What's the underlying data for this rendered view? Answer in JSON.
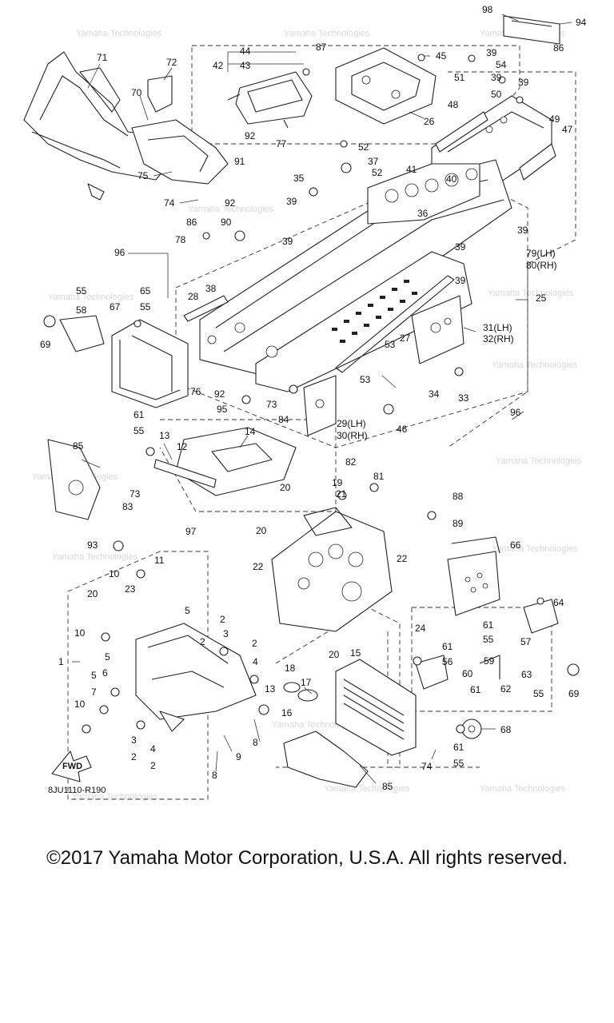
{
  "diagram": {
    "code": "8JU1110-R190",
    "watermark": "Yamaha Technologies",
    "fwd_label": "FWD",
    "callouts": [
      {
        "id": "c98",
        "text": "98"
      },
      {
        "id": "c94",
        "text": "94"
      },
      {
        "id": "c44",
        "text": "44"
      },
      {
        "id": "c42",
        "text": "42"
      },
      {
        "id": "c43",
        "text": "43"
      },
      {
        "id": "c87",
        "text": "87"
      },
      {
        "id": "c45",
        "text": "45"
      },
      {
        "id": "c39a",
        "text": "39"
      },
      {
        "id": "c54",
        "text": "54"
      },
      {
        "id": "c86a",
        "text": "86"
      },
      {
        "id": "c71",
        "text": "71"
      },
      {
        "id": "c72",
        "text": "72"
      },
      {
        "id": "c51",
        "text": "51"
      },
      {
        "id": "c39b",
        "text": "39"
      },
      {
        "id": "c39c",
        "text": "39"
      },
      {
        "id": "c70",
        "text": "70"
      },
      {
        "id": "c50",
        "text": "50"
      },
      {
        "id": "c26",
        "text": "26"
      },
      {
        "id": "c48",
        "text": "48"
      },
      {
        "id": "c49",
        "text": "49"
      },
      {
        "id": "c47",
        "text": "47"
      },
      {
        "id": "c92a",
        "text": "92"
      },
      {
        "id": "c77",
        "text": "77"
      },
      {
        "id": "c52a",
        "text": "52"
      },
      {
        "id": "c37",
        "text": "37"
      },
      {
        "id": "c75",
        "text": "75"
      },
      {
        "id": "c91",
        "text": "91"
      },
      {
        "id": "c35",
        "text": "35"
      },
      {
        "id": "c52b",
        "text": "52"
      },
      {
        "id": "c41",
        "text": "41"
      },
      {
        "id": "c40",
        "text": "40"
      },
      {
        "id": "c74a",
        "text": "74"
      },
      {
        "id": "c39d",
        "text": "39"
      },
      {
        "id": "c92b",
        "text": "92"
      },
      {
        "id": "c36",
        "text": "36"
      },
      {
        "id": "c86b",
        "text": "86"
      },
      {
        "id": "c90",
        "text": "90"
      },
      {
        "id": "c39e",
        "text": "39"
      },
      {
        "id": "c78",
        "text": "78"
      },
      {
        "id": "c39f",
        "text": "39"
      },
      {
        "id": "c96a",
        "text": "96"
      },
      {
        "id": "c79",
        "text": "79(LH)"
      },
      {
        "id": "c80",
        "text": "80(RH)"
      },
      {
        "id": "c39g",
        "text": "39"
      },
      {
        "id": "c39h",
        "text": "39"
      },
      {
        "id": "c55a",
        "text": "55"
      },
      {
        "id": "c65",
        "text": "65"
      },
      {
        "id": "c55b",
        "text": "55"
      },
      {
        "id": "c38",
        "text": "38"
      },
      {
        "id": "c58",
        "text": "58"
      },
      {
        "id": "c67",
        "text": "67"
      },
      {
        "id": "c28",
        "text": "28"
      },
      {
        "id": "c25",
        "text": "25"
      },
      {
        "id": "c69a",
        "text": "69"
      },
      {
        "id": "c31",
        "text": "31(LH)"
      },
      {
        "id": "c32",
        "text": "32(RH)"
      },
      {
        "id": "c27",
        "text": "27"
      },
      {
        "id": "c53a",
        "text": "53"
      },
      {
        "id": "c53b",
        "text": "53"
      },
      {
        "id": "c76",
        "text": "76"
      },
      {
        "id": "c92c",
        "text": "92"
      },
      {
        "id": "c73a",
        "text": "73"
      },
      {
        "id": "c34",
        "text": "34"
      },
      {
        "id": "c33",
        "text": "33"
      },
      {
        "id": "c95",
        "text": "95"
      },
      {
        "id": "c84",
        "text": "84"
      },
      {
        "id": "c61a",
        "text": "61"
      },
      {
        "id": "c55c",
        "text": "55"
      },
      {
        "id": "c29",
        "text": "29(LH)"
      },
      {
        "id": "c30",
        "text": "30(RH)"
      },
      {
        "id": "c46",
        "text": "46"
      },
      {
        "id": "c96b",
        "text": "96"
      },
      {
        "id": "c85a",
        "text": "85"
      },
      {
        "id": "c13a",
        "text": "13"
      },
      {
        "id": "c14",
        "text": "14"
      },
      {
        "id": "c12",
        "text": "12"
      },
      {
        "id": "c82",
        "text": "82"
      },
      {
        "id": "c81",
        "text": "81"
      },
      {
        "id": "c19",
        "text": "19"
      },
      {
        "id": "c20a",
        "text": "20"
      },
      {
        "id": "c21",
        "text": "21"
      },
      {
        "id": "c88",
        "text": "88"
      },
      {
        "id": "c73b",
        "text": "73"
      },
      {
        "id": "c83",
        "text": "83"
      },
      {
        "id": "c89",
        "text": "89"
      },
      {
        "id": "c97",
        "text": "97"
      },
      {
        "id": "c20b",
        "text": "20"
      },
      {
        "id": "c93",
        "text": "93"
      },
      {
        "id": "c66",
        "text": "66"
      },
      {
        "id": "c11",
        "text": "11"
      },
      {
        "id": "c10a",
        "text": "10"
      },
      {
        "id": "c22a",
        "text": "22"
      },
      {
        "id": "c22b",
        "text": "22"
      },
      {
        "id": "c23",
        "text": "23"
      },
      {
        "id": "c20c",
        "text": "20"
      },
      {
        "id": "c64",
        "text": "64"
      },
      {
        "id": "c5a",
        "text": "5"
      },
      {
        "id": "c10b",
        "text": "10"
      },
      {
        "id": "c24",
        "text": "24"
      },
      {
        "id": "c61b",
        "text": "61"
      },
      {
        "id": "c55d",
        "text": "55"
      },
      {
        "id": "c2a",
        "text": "2"
      },
      {
        "id": "c3a",
        "text": "3"
      },
      {
        "id": "c57",
        "text": "57"
      },
      {
        "id": "c2b",
        "text": "2"
      },
      {
        "id": "c2c",
        "text": "2"
      },
      {
        "id": "c4a",
        "text": "4"
      },
      {
        "id": "c61c",
        "text": "61"
      },
      {
        "id": "c1",
        "text": "1"
      },
      {
        "id": "c5b",
        "text": "5"
      },
      {
        "id": "c6",
        "text": "6"
      },
      {
        "id": "c20d",
        "text": "20"
      },
      {
        "id": "c15",
        "text": "15"
      },
      {
        "id": "c56",
        "text": "56"
      },
      {
        "id": "c59",
        "text": "59"
      },
      {
        "id": "c18",
        "text": "18"
      },
      {
        "id": "c60",
        "text": "60"
      },
      {
        "id": "c63",
        "text": "63"
      },
      {
        "id": "c5c",
        "text": "5"
      },
      {
        "id": "c7",
        "text": "7"
      },
      {
        "id": "c17",
        "text": "17"
      },
      {
        "id": "c13b",
        "text": "13"
      },
      {
        "id": "c61d",
        "text": "61"
      },
      {
        "id": "c62",
        "text": "62"
      },
      {
        "id": "c69b",
        "text": "69"
      },
      {
        "id": "c55e",
        "text": "55"
      },
      {
        "id": "c10c",
        "text": "10"
      },
      {
        "id": "c16",
        "text": "16"
      },
      {
        "id": "c68",
        "text": "68"
      },
      {
        "id": "c3b",
        "text": "3"
      },
      {
        "id": "c9",
        "text": "9"
      },
      {
        "id": "c8a",
        "text": "8"
      },
      {
        "id": "c2d",
        "text": "2"
      },
      {
        "id": "c4b",
        "text": "4"
      },
      {
        "id": "c2e",
        "text": "2"
      },
      {
        "id": "c61e",
        "text": "61"
      },
      {
        "id": "c74b",
        "text": "74"
      },
      {
        "id": "c55f",
        "text": "55"
      },
      {
        "id": "c8b",
        "text": "8"
      },
      {
        "id": "c85b",
        "text": "85"
      }
    ]
  },
  "footer": {
    "copyright": "©2017 Yamaha Motor Corporation, U.S.A. All rights reserved."
  }
}
